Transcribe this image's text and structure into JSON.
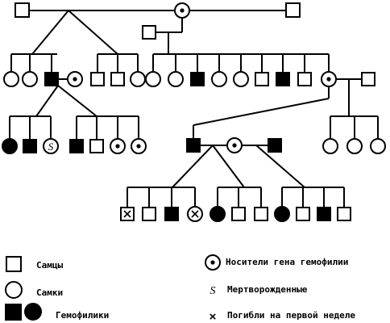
{
  "legend": {
    "males": "Самцы",
    "females": "Самки",
    "hemophiliacs": "Гемофилики",
    "carriers": "Носители гена гемофилии",
    "stillborn": "Мертворожденные",
    "stillborn_symbol": "S",
    "died_first_week": "Погибли на первой неделе",
    "died_symbol": "×"
  }
}
